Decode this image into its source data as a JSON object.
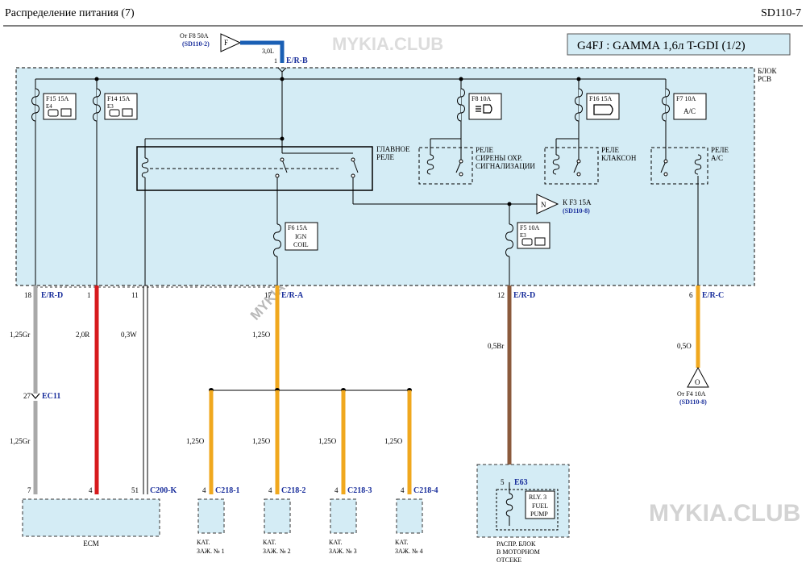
{
  "header": {
    "title": "Распределение питания (7)",
    "page_code": "SD110-7"
  },
  "engine_label": "G4FJ : GAMMA 1,6л T-GDI (1/2)",
  "watermark": "MYKIA.CLUB",
  "pcb": {
    "label_line1": "БЛОК",
    "label_line2": "PCB"
  },
  "source_top": {
    "from": "От F8 50A",
    "ref": "(SD110-2)",
    "symbol": "F",
    "wire": "3,0L",
    "pin": "1",
    "conn": "E/R-B"
  },
  "fuses": {
    "f15": {
      "name": "F15 15A",
      "code": "E4"
    },
    "f14": {
      "name": "F14 15A",
      "code": "E3"
    },
    "f8": {
      "name": "F8 10A"
    },
    "f16": {
      "name": "F16 15A"
    },
    "f7": {
      "name": "F7 10A",
      "label": "A/C"
    },
    "f6": {
      "name": "F6 15A",
      "label1": "IGN",
      "label2": "COIL"
    },
    "f5": {
      "name": "F5 10A",
      "code": "E3"
    }
  },
  "relays": {
    "main": {
      "line1": "ГЛАВНОЕ",
      "line2": "РЕЛЕ"
    },
    "siren": {
      "line1": "РЕЛЕ",
      "line2": "СИРЕНЫ ОХР.",
      "line3": "СИГНАЛИЗАЦИИ"
    },
    "horn": {
      "line1": "РЕЛЕ",
      "line2": "КЛАКСОН"
    },
    "ac": {
      "line1": "РЕЛЕ",
      "line2": "A/C"
    }
  },
  "to_f3": {
    "symbol": "N",
    "label": "К F3 15A",
    "ref": "(SD110-8)"
  },
  "pins": {
    "p18": {
      "pin": "18",
      "conn": "E/R-D"
    },
    "p1": {
      "pin": "1"
    },
    "p11": {
      "pin": "11"
    },
    "p17": {
      "pin": "17",
      "conn": "E/R-A"
    },
    "p12": {
      "pin": "12",
      "conn": "E/R-D"
    },
    "p6": {
      "pin": "6",
      "conn": "E/R-C"
    }
  },
  "wires": {
    "gr_top": "1,25Gr",
    "red": "2,0R",
    "white": "0,3W",
    "orange_main": "1,25O",
    "brown": "0,5Br",
    "orange_right": "0,5O",
    "gr_bottom": "1,25Gr",
    "c1": "1,25O",
    "c2": "1,25O",
    "c3": "1,25O",
    "c4": "1,25O"
  },
  "ec11": {
    "pin": "27",
    "conn": "EC11"
  },
  "from_f4": {
    "symbol": "O",
    "label": "От F4 10A",
    "ref": "(SD110-8)"
  },
  "ecm": {
    "pins": [
      "7",
      "4",
      "51"
    ],
    "conn": "C200-K",
    "label": "ECM"
  },
  "coils": [
    {
      "pin": "4",
      "conn": "C218-1",
      "line1": "КАТ.",
      "line2": "ЗАЖ. № 1"
    },
    {
      "pin": "4",
      "conn": "C218-2",
      "line1": "КАТ.",
      "line2": "ЗАЖ. № 2"
    },
    {
      "pin": "4",
      "conn": "C218-3",
      "line1": "КАТ.",
      "line2": "ЗАЖ. № 3"
    },
    {
      "pin": "4",
      "conn": "C218-4",
      "line1": "КАТ.",
      "line2": "ЗАЖ. № 4"
    }
  ],
  "engine_box": {
    "pin": "5",
    "conn": "E63",
    "relay_name": "RLY. 3",
    "relay_l1": "FUEL",
    "relay_l2": "PUMP",
    "line1": "РАСПР. БЛОК",
    "line2": "В МОТОРНОМ",
    "line3": "ОТСЕКЕ"
  },
  "colors": {
    "pcb_fill": "#d4ecf5",
    "wire_blue": "#1a5fb4",
    "wire_gray": "#a9a9a9",
    "wire_red": "#d7191c",
    "wire_orange": "#f0a81e",
    "wire_brown": "#8b5a3c",
    "label_blue": "#1a2f9c"
  }
}
